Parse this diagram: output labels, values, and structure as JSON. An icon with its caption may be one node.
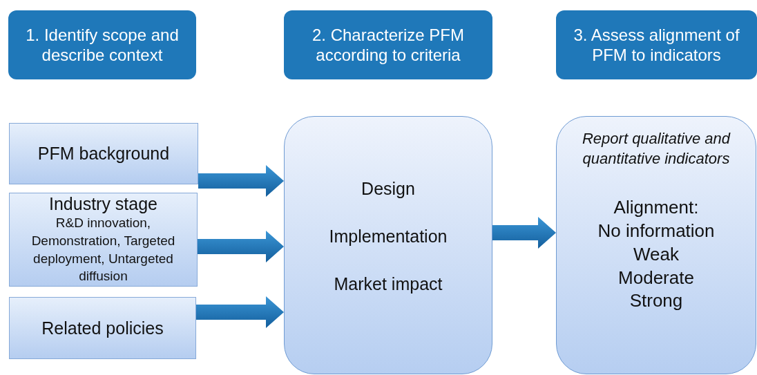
{
  "diagram": {
    "nodes": [
      {
        "text": [
          "1. Identify scope and describe context"
        ]
      },
      {
        "text": [
          "2. Characterize PFM according to criteria"
        ]
      },
      {
        "text": [
          "3. Assess alignment of PFM to indicators"
        ]
      },
      {
        "text": [
          "PFM background"
        ]
      },
      {
        "text": [
          "Industry stage",
          "R&D innovation, Demonstration, Targeted deployment, Untargeted diffusion"
        ]
      },
      {
        "text": [
          "Related policies"
        ]
      },
      {
        "text": [
          "Design",
          "Implementation",
          "Market impact"
        ]
      },
      {
        "text": [
          "Report qualitative and quantitative indicators",
          "Alignment:",
          "No information",
          "Weak",
          "Moderate",
          "Strong"
        ]
      }
    ],
    "edges": [
      {
        "from": 3,
        "to": 6,
        "arrow": "to"
      },
      {
        "from": 4,
        "to": 6,
        "arrow": "to"
      },
      {
        "from": 5,
        "to": 6,
        "arrow": "to"
      },
      {
        "from": 6,
        "to": 7,
        "arrow": "to"
      }
    ]
  }
}
